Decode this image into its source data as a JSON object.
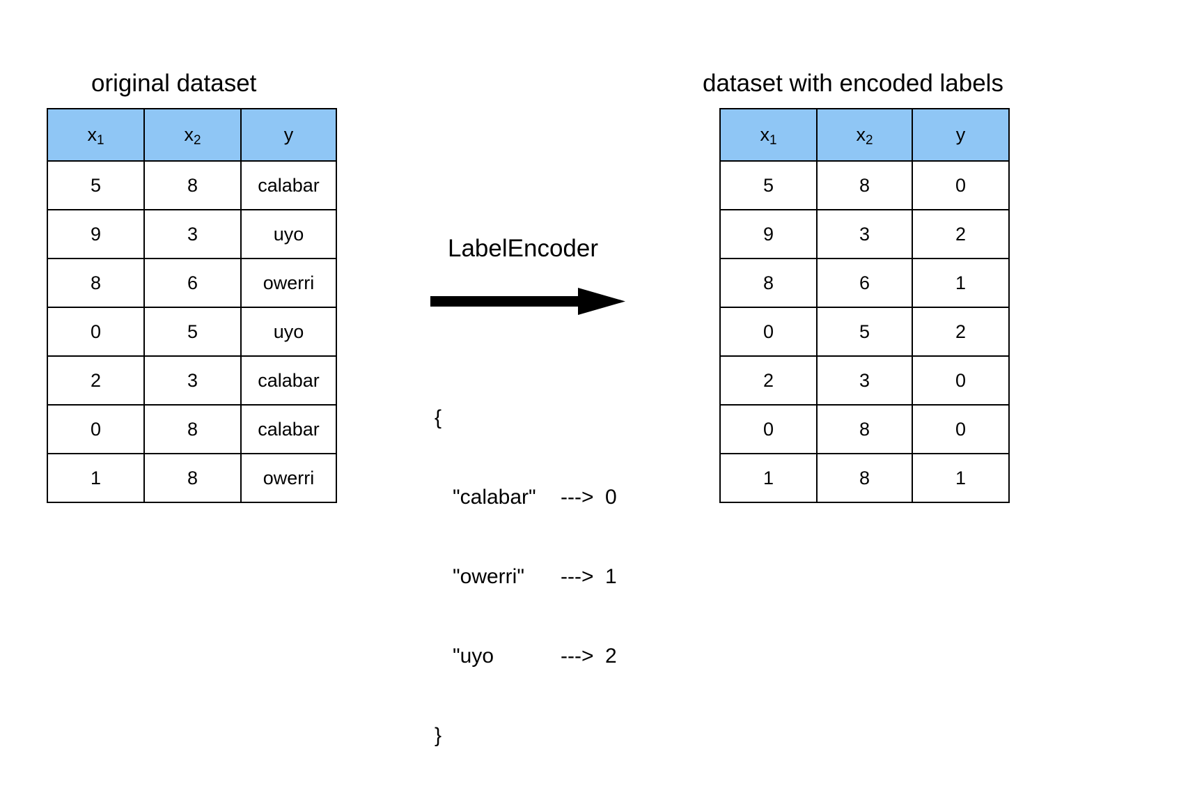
{
  "panels": {
    "left": {
      "title": "original dataset",
      "columns": [
        "x1",
        "x2",
        "y"
      ],
      "column_labels": [
        {
          "base": "x",
          "sub": "1"
        },
        {
          "base": "x",
          "sub": "2"
        },
        {
          "base": "y",
          "sub": ""
        }
      ],
      "rows": [
        [
          "5",
          "8",
          "calabar"
        ],
        [
          "9",
          "3",
          "uyo"
        ],
        [
          "8",
          "6",
          "owerri"
        ],
        [
          "0",
          "5",
          "uyo"
        ],
        [
          "2",
          "3",
          "calabar"
        ],
        [
          "0",
          "8",
          "calabar"
        ],
        [
          "1",
          "8",
          "owerri"
        ]
      ]
    },
    "right": {
      "title": "dataset with encoded labels",
      "columns": [
        "x1",
        "x2",
        "y"
      ],
      "column_labels": [
        {
          "base": "x",
          "sub": "1"
        },
        {
          "base": "x",
          "sub": "2"
        },
        {
          "base": "y",
          "sub": ""
        }
      ],
      "rows": [
        [
          "5",
          "8",
          "0"
        ],
        [
          "9",
          "3",
          "2"
        ],
        [
          "8",
          "6",
          "1"
        ],
        [
          "0",
          "5",
          "2"
        ],
        [
          "2",
          "3",
          "0"
        ],
        [
          "0",
          "8",
          "0"
        ],
        [
          "1",
          "8",
          "1"
        ]
      ]
    }
  },
  "middle": {
    "encoder_label": "LabelEncoder",
    "arrow_icon": "right-arrow-icon",
    "mapping": {
      "open_brace": "{",
      "close_brace": "}",
      "entries": [
        {
          "key": "\"calabar\"",
          "arrow": "--->",
          "value": "0"
        },
        {
          "key": "\"owerri\"",
          "arrow": "--->",
          "value": "1"
        },
        {
          "key": "\"uyo",
          "arrow": "--->",
          "value": "2"
        }
      ]
    }
  },
  "colors": {
    "header_blue": "#8FC6F5",
    "border": "#000000",
    "background": "#FFFFFF",
    "text": "#000000"
  }
}
